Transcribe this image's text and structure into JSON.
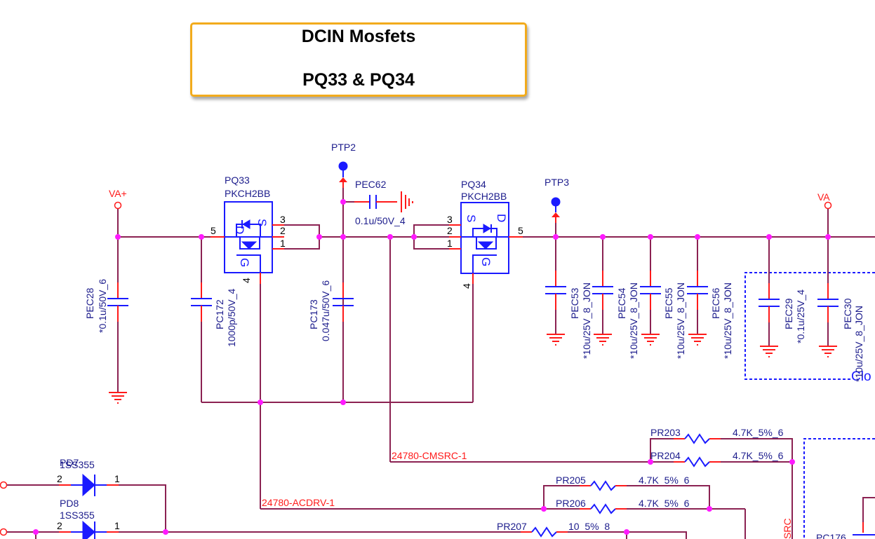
{
  "title_box": {
    "line1": "DCIN Mosfets",
    "line2": "PQ33 & PQ34"
  },
  "power_nets": {
    "input": "VA+",
    "output": "VA"
  },
  "test_points": [
    {
      "ref": "PTP2"
    },
    {
      "ref": "PTP3"
    }
  ],
  "mosfets": [
    {
      "ref": "PQ33",
      "part": "PKCH2BB",
      "pins": [
        "3",
        "2",
        "1",
        "5",
        "4"
      ],
      "pin_labels": [
        "D",
        "S",
        "G"
      ]
    },
    {
      "ref": "PQ34",
      "part": "PKCH2BB",
      "pins": [
        "3",
        "2",
        "1",
        "5",
        "4"
      ],
      "pin_labels": [
        "S",
        "D",
        "G"
      ]
    }
  ],
  "capacitors": [
    {
      "ref": "PEC28",
      "value": "*0.1u/50V_6"
    },
    {
      "ref": "PC172",
      "value": "1000p/50V_4"
    },
    {
      "ref": "PC173",
      "value": "0.047u/50V_6"
    },
    {
      "ref": "PEC62",
      "value": "0.1u/50V_4"
    },
    {
      "ref": "PEC53",
      "value": "*10u/25V_8_JON"
    },
    {
      "ref": "PEC54",
      "value": "*10u/25V_8_JON"
    },
    {
      "ref": "PEC55",
      "value": "*10u/25V_8_JON"
    },
    {
      "ref": "PEC56",
      "value": "*10u/25V_8_JON"
    },
    {
      "ref": "PEC29",
      "value": "*0.1u/25V_4"
    },
    {
      "ref": "PEC30",
      "value": "*10u/25V_8_JON"
    }
  ],
  "partial_labels": {
    "clo": "Clo",
    "src": "SRC",
    "pc176": "PC176"
  },
  "net_labels": {
    "cmsrc": "24780-CMSRC-1",
    "acdrv": "24780-ACDRV-1"
  },
  "resistors": [
    {
      "ref": "PR203",
      "value": "4.7K_5%_6"
    },
    {
      "ref": "PR204",
      "value": "4.7K_5%_6"
    },
    {
      "ref": "PR205",
      "value": "4.7K_5%_6"
    },
    {
      "ref": "PR206",
      "value": "4.7K_5%_6"
    },
    {
      "ref": "PR207",
      "value": "10_5%_8"
    }
  ],
  "diodes": [
    {
      "ref": "PD7",
      "part": "1SS355",
      "pin_a": "2",
      "pin_k": "1"
    },
    {
      "ref": "PD8",
      "part": "1SS355",
      "pin_a": "2",
      "pin_k": "1"
    }
  ]
}
